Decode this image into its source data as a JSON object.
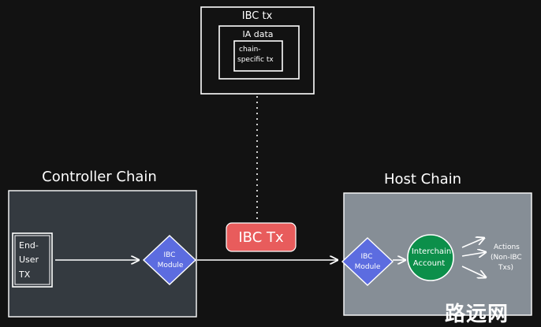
{
  "ibc_tx_box": {
    "title": "IBC tx",
    "ia_data_label": "IA data",
    "chain_specific_line1": "chain-",
    "chain_specific_line2": "specific tx"
  },
  "controller_chain": {
    "title": "Controller Chain",
    "end_user_line1": "End-",
    "end_user_line2": "User",
    "end_user_line3": "TX",
    "module_line1": "IBC",
    "module_line2": "Module"
  },
  "ibc_tx_pill": {
    "label": "IBC Tx"
  },
  "host_chain": {
    "title": "Host Chain",
    "module_line1": "IBC",
    "module_line2": "Module",
    "interchain_line1": "Interchain",
    "interchain_line2": "Account",
    "actions_line1": "Actions",
    "actions_line2": "(Non-IBC",
    "actions_line3": "Txs)"
  },
  "watermark": "路远网",
  "colors": {
    "background": "#121212",
    "controller_panel": "#343a40",
    "host_panel": "#868e96",
    "module_diamond": "#5c6ce0",
    "interchain_circle": "#0c8f4a",
    "ibc_pill": "#e85c5c"
  }
}
